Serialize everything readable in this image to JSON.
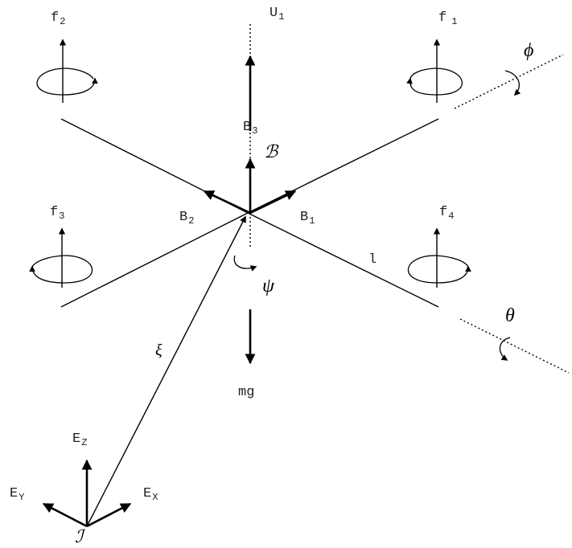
{
  "labels": {
    "f2": "f",
    "f2_sub": "2",
    "f1": "f",
    "f1_sub": "1",
    "f3": "f",
    "f3_sub": "3",
    "f4": "f",
    "f4_sub": "4",
    "u1": "U",
    "u1_sub": "1",
    "b3": "B",
    "b3_sub": "3",
    "b2": "B",
    "b2_sub": "2",
    "b1": "B",
    "b1_sub": "1",
    "arm_length": "l",
    "mg": "mg",
    "ez": "E",
    "ez_sub": "Z",
    "ey": "E",
    "ey_sub": "Y",
    "ex": "E",
    "ex_sub": "X",
    "body_frame": "ℬ",
    "inertial_frame": "ℐ",
    "phi": "ϕ",
    "theta": "θ",
    "psi": "ψ",
    "xi": "ξ"
  }
}
